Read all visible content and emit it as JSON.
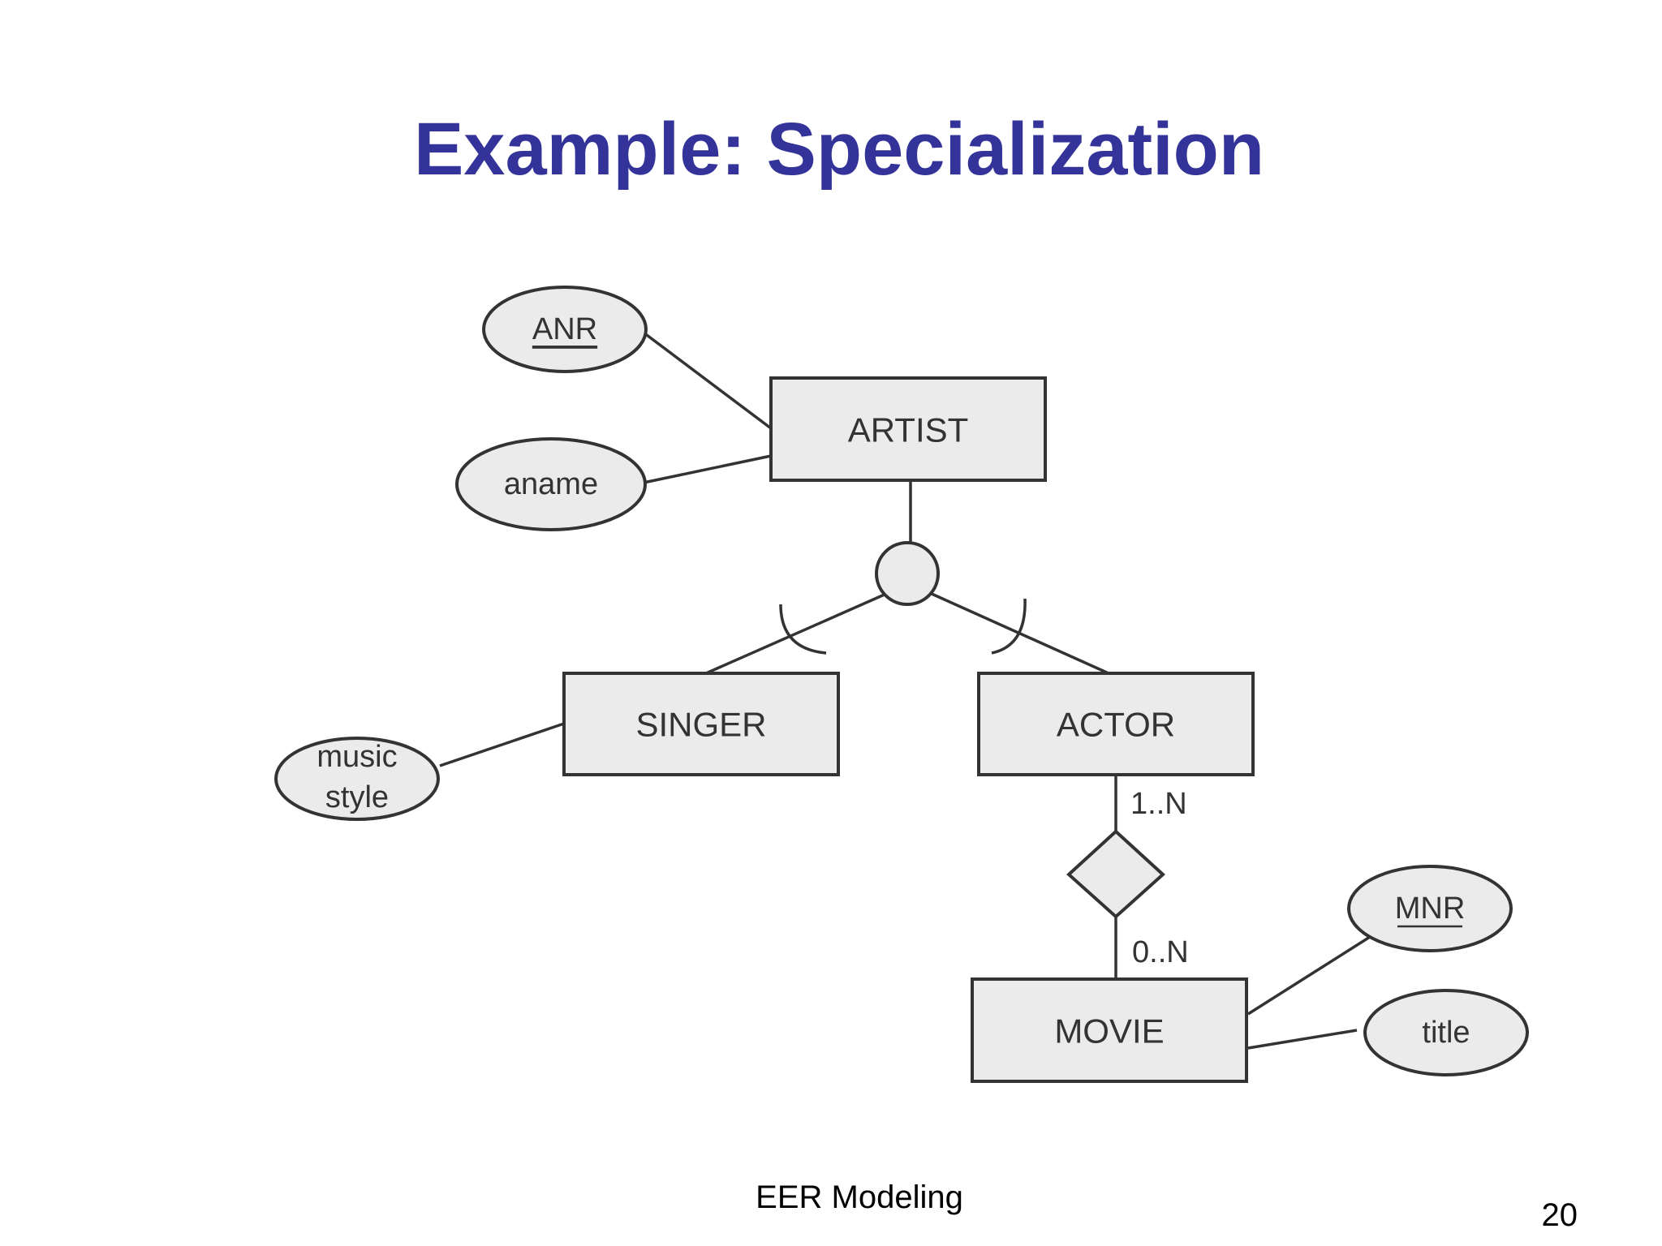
{
  "slide": {
    "title": "Example: Specialization",
    "footer": "EER Modeling",
    "page_number": "20",
    "title_color": "#333399"
  },
  "diagram": {
    "entities": {
      "artist": "ARTIST",
      "singer": "SINGER",
      "actor": "ACTOR",
      "movie": "MOVIE"
    },
    "attributes": {
      "anr": {
        "label": "ANR",
        "key": true
      },
      "aname": {
        "label": "aname",
        "key": false
      },
      "music_style": {
        "lines": [
          "music",
          "style"
        ],
        "key": false
      },
      "mnr": {
        "label": "MNR",
        "key": true
      },
      "title": {
        "label": "title",
        "key": false
      }
    },
    "cardinalities": {
      "actor_side": "1..N",
      "movie_side": "0..N"
    },
    "specialization": {
      "circle_label": "",
      "subclass_markers": "subset"
    }
  }
}
